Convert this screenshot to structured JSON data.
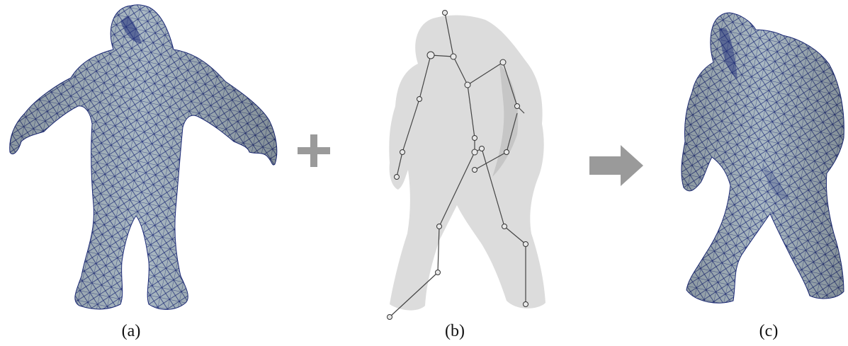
{
  "figure": {
    "panels": [
      {
        "id": "a",
        "caption": "(a)",
        "content": "mesh"
      },
      {
        "id": "b",
        "caption": "(b)",
        "content": "skeleton"
      },
      {
        "id": "c",
        "caption": "(c)",
        "content": "posed-mesh"
      }
    ],
    "operators": {
      "plus": "+",
      "arrow": "right-arrow"
    },
    "colors": {
      "mesh_fill": "#a9b8c2",
      "mesh_wire": "#1c2a78",
      "ghost_body": "#d4d4d4",
      "bone": "#444444",
      "operator": "#9a9a9a",
      "caption": "#111111"
    }
  }
}
